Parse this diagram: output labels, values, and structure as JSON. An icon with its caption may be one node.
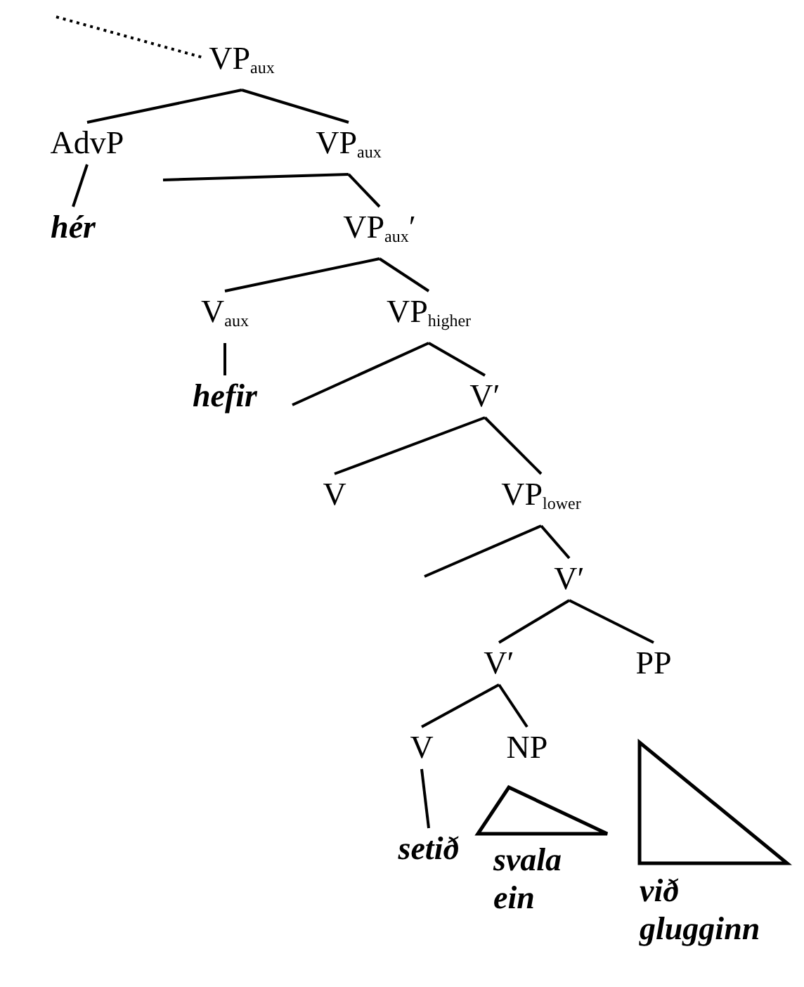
{
  "diagram": {
    "nodes": [
      {
        "text": [
          "VP$_{aux}$"
        ]
      },
      {
        "text": [
          "AdvP"
        ]
      },
      {
        "text": [
          "VP$_{aux}$"
        ]
      },
      {
        "text": [
          "hér"
        ]
      },
      {
        "text": [
          "VP$_{aux}$′"
        ]
      },
      {
        "text": [
          "V$_{aux}$"
        ]
      },
      {
        "text": [
          "VP$_{higher}$"
        ]
      },
      {
        "text": [
          "hefir"
        ]
      },
      {
        "text": [
          "V′"
        ]
      },
      {
        "text": [
          "V"
        ]
      },
      {
        "text": [
          "VP$_{lower}$"
        ]
      },
      {
        "text": [
          "V′"
        ]
      },
      {
        "text": [
          "V′"
        ]
      },
      {
        "text": [
          "PP"
        ]
      },
      {
        "text": [
          "V"
        ]
      },
      {
        "text": [
          "NP"
        ]
      },
      {
        "text": [
          "setið"
        ]
      },
      {
        "text": [
          "svala ein"
        ]
      },
      {
        "text": [
          "við glugginn"
        ]
      },
      {
        "text": [],
        "shape": "triangle"
      },
      {
        "text": [],
        "shape": "triangle"
      }
    ],
    "edges": [
      {
        "from": null,
        "to": 0,
        "arrow": "none",
        "style": "dashed"
      },
      {
        "from": 0,
        "to": 1,
        "arrow": "none"
      },
      {
        "from": 0,
        "to": 2,
        "arrow": "none"
      },
      {
        "from": 1,
        "to": 3,
        "arrow": "none"
      },
      {
        "from": 2,
        "to": null,
        "arrow": "none"
      },
      {
        "from": 2,
        "to": 4,
        "arrow": "none"
      },
      {
        "from": 4,
        "to": 5,
        "arrow": "none"
      },
      {
        "from": 4,
        "to": 6,
        "arrow": "none"
      },
      {
        "from": 5,
        "to": 7,
        "arrow": "none"
      },
      {
        "from": 6,
        "to": null,
        "arrow": "none"
      },
      {
        "from": 6,
        "to": 8,
        "arrow": "none"
      },
      {
        "from": 8,
        "to": 9,
        "arrow": "none"
      },
      {
        "from": 8,
        "to": 10,
        "arrow": "none"
      },
      {
        "from": 10,
        "to": null,
        "arrow": "none"
      },
      {
        "from": 10,
        "to": 11,
        "arrow": "none"
      },
      {
        "from": 11,
        "to": 12,
        "arrow": "none"
      },
      {
        "from": 11,
        "to": 13,
        "arrow": "none"
      },
      {
        "from": 12,
        "to": 14,
        "arrow": "none"
      },
      {
        "from": 12,
        "to": 15,
        "arrow": "none"
      },
      {
        "from": 14,
        "to": 16,
        "arrow": "none"
      }
    ]
  }
}
